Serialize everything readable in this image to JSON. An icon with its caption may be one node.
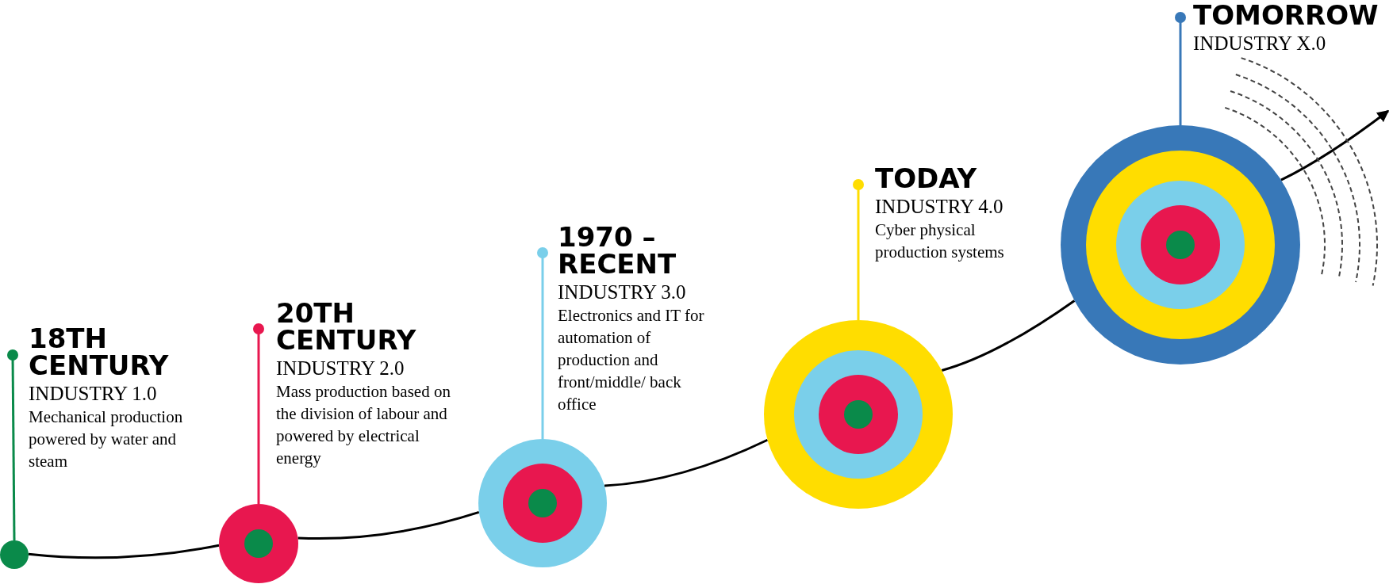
{
  "diagram": {
    "nodes": [
      {
        "text": [
          "18TH CENTURY",
          "INDUSTRY 1.0",
          "Mechanical production powered by water and steam"
        ]
      },
      {
        "text": [],
        "shape": "circle"
      },
      {
        "text": [
          "20TH CENTURY",
          "INDUSTRY 2.0",
          "Mass production based on the division of labour and powered by electrical energy"
        ]
      },
      {
        "text": [],
        "shape": "circle"
      },
      {
        "text": [
          "1970 – RECENT",
          "INDUSTRY 3.0",
          "Electronics and IT for automation of production and front/middle/ back office"
        ]
      },
      {
        "text": [],
        "shape": "circle"
      },
      {
        "text": [
          "TODAY",
          "INDUSTRY 4.0",
          "Cyber physical production systems"
        ]
      },
      {
        "text": [],
        "shape": "circle"
      },
      {
        "text": [
          "TOMORROW",
          "INDUSTRY X.0"
        ]
      },
      {
        "text": [],
        "shape": "circle"
      }
    ],
    "edges": [
      {
        "from": 0,
        "to": 1,
        "arrow": "other",
        "color": "#0a8a4a"
      },
      {
        "from": 2,
        "to": 3,
        "arrow": "other",
        "color": "#e8174f"
      },
      {
        "from": 4,
        "to": 5,
        "arrow": "other",
        "color": "#7acfea"
      },
      {
        "from": 6,
        "to": 7,
        "arrow": "other",
        "color": "#ffdd00"
      },
      {
        "from": 8,
        "to": 9,
        "arrow": "other",
        "color": "#3878b8"
      },
      {
        "from": 1,
        "to": 3,
        "arrow": "none"
      },
      {
        "from": 3,
        "to": 5,
        "arrow": "none"
      },
      {
        "from": 5,
        "to": 7,
        "arrow": "none"
      },
      {
        "from": 7,
        "to": 9,
        "arrow": "none"
      },
      {
        "from": 9,
        "to": null,
        "arrow": "to"
      }
    ]
  }
}
